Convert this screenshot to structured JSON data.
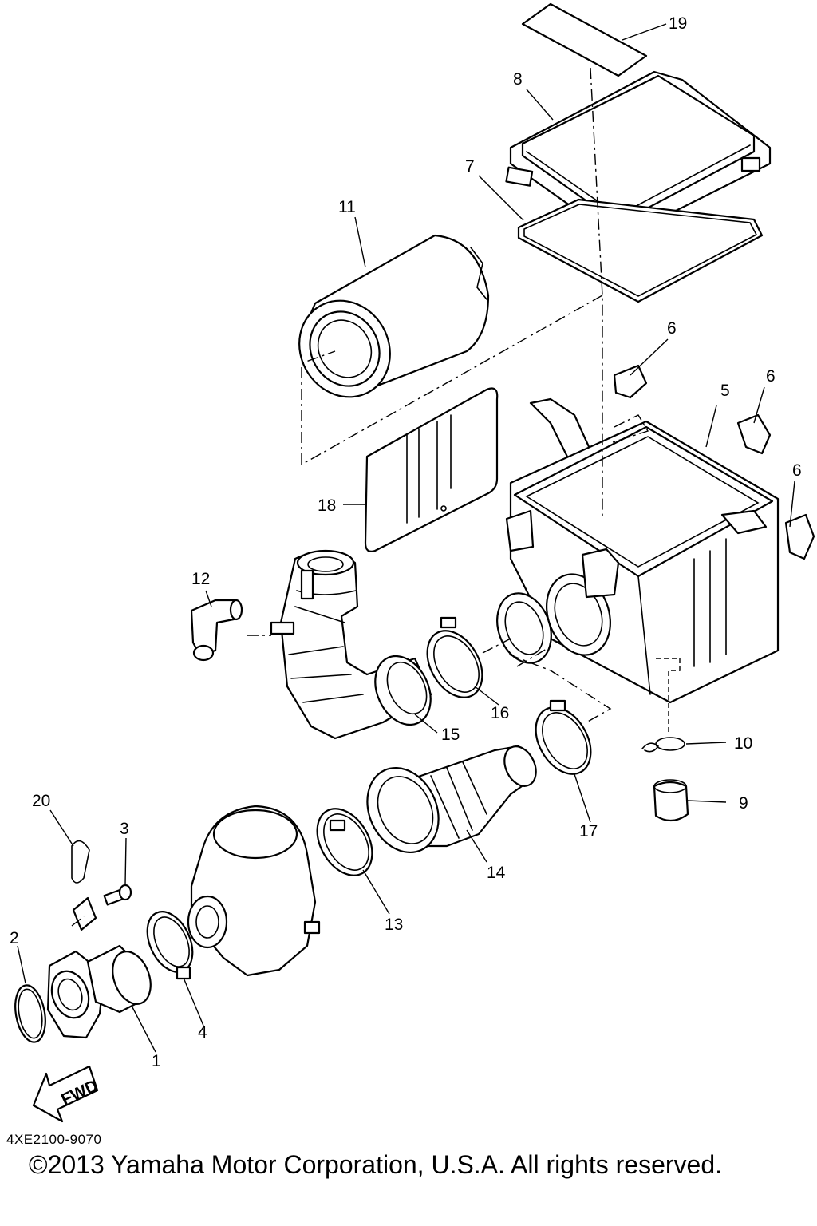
{
  "diagram": {
    "callouts": [
      "1",
      "2",
      "3",
      "4",
      "5",
      "6",
      "6",
      "6",
      "7",
      "8",
      "9",
      "10",
      "11",
      "12",
      "13",
      "14",
      "15",
      "16",
      "17",
      "18",
      "19",
      "20"
    ],
    "fwd_label": "FWD",
    "diagram_code": "4XE2100-9070",
    "copyright": "©2013 Yamaha Motor Corporation, U.S.A. All rights reserved."
  }
}
